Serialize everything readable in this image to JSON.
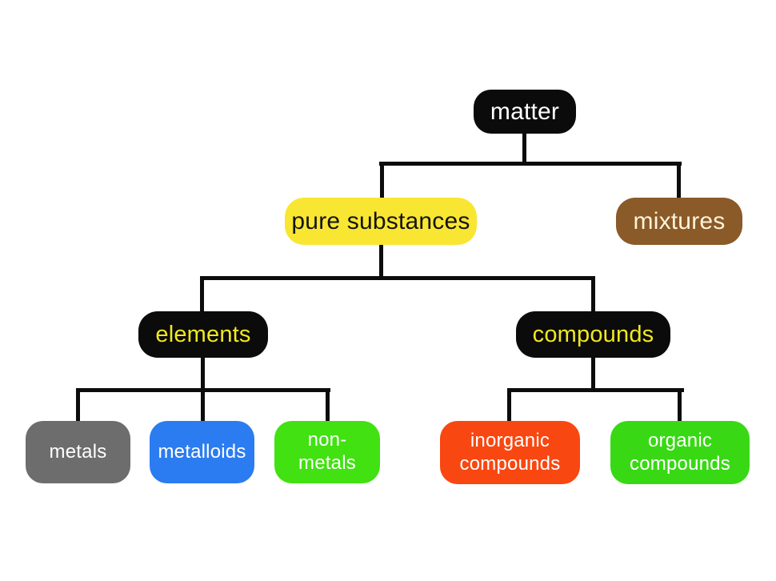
{
  "diagram": {
    "title": "classification of matter flowchart",
    "type": "tree-flowchart",
    "background": "#ffffff",
    "connector_color": "#0c0c0c"
  },
  "nodes": {
    "matter": {
      "label": "matter",
      "bg": "#0b0b0b",
      "text_color": "#ffffff"
    },
    "pure_substances": {
      "label": "pure substances",
      "bg": "#f8e632",
      "text_color": "#141414"
    },
    "mixtures": {
      "label": "mixtures",
      "bg": "#8a5a28",
      "text_color": "#fdf3da"
    },
    "elements": {
      "label": "elements",
      "bg": "#0b0b0b",
      "text_color": "#f0e81f"
    },
    "compounds": {
      "label": "compounds",
      "bg": "#0b0b0b",
      "text_color": "#f0e81f"
    },
    "metals": {
      "label": "metals",
      "bg": "#6d6d6d",
      "text_color": "#ffffff"
    },
    "metalloids": {
      "label": "metalloids",
      "bg": "#2b7cf0",
      "text_color": "#ffffff"
    },
    "non_metals": {
      "label": "non-metals",
      "bg": "#41e112",
      "text_color": "#ffffff"
    },
    "inorganic_compounds": {
      "label": "inorganic compounds",
      "bg": "#f94711",
      "text_color": "#ffffff"
    },
    "organic_compounds": {
      "label": "organic compounds",
      "bg": "#38d914",
      "text_color": "#ffffff"
    }
  },
  "edges": [
    {
      "from": "matter",
      "to": "pure_substances"
    },
    {
      "from": "matter",
      "to": "mixtures"
    },
    {
      "from": "pure_substances",
      "to": "elements"
    },
    {
      "from": "pure_substances",
      "to": "compounds"
    },
    {
      "from": "elements",
      "to": "metals"
    },
    {
      "from": "elements",
      "to": "metalloids"
    },
    {
      "from": "elements",
      "to": "non_metals"
    },
    {
      "from": "compounds",
      "to": "inorganic_compounds"
    },
    {
      "from": "compounds",
      "to": "organic_compounds"
    }
  ]
}
